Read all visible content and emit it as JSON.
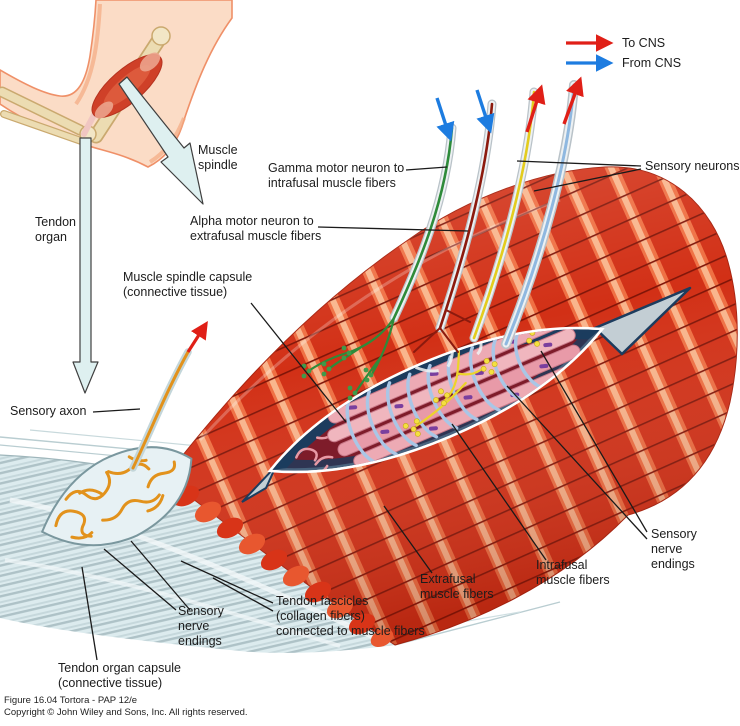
{
  "figure": {
    "title_domain": "Muscle spindle and tendon organ anatomy diagram",
    "legend": {
      "to_cns": "To CNS",
      "from_cns": "From CNS",
      "to_color": "#e01f17",
      "from_color": "#1d7ce0"
    },
    "inset_labels": {
      "muscle_spindle": "Muscle\nspindle",
      "tendon_organ": "Tendon\norgan"
    },
    "labels": {
      "gamma_motor": "Gamma motor neuron to\nintrafusal muscle fibers",
      "alpha_motor": "Alpha motor neuron to\nextrafusal muscle fibers",
      "spindle_capsule": "Muscle spindle capsule\n(connective tissue)",
      "sensory_axon": "Sensory axon",
      "sensory_neurons": "Sensory neurons",
      "sensory_nerve_endings_right": "Sensory\nnerve\nendings",
      "intrafusal_fibers": "Intrafusal\nmuscle fibers",
      "extrafusal_fibers": "Extrafusal\nmuscle fibers",
      "tendon_fascicles": "Tendon fascicles\n(collagen fibers)\nconnected to muscle fibers",
      "sensory_nerve_endings_left": "Sensory\nnerve\nendings",
      "tendon_organ_capsule": "Tendon organ capsule\n(connective tissue)"
    },
    "caption": {
      "line1": "Figure 16.04  Tortora - PAP 12/e",
      "line2": "Copyright © John Wiley and Sons, Inc. All rights reserved."
    },
    "colors": {
      "muscle_red": "#d23016",
      "muscle_band_light": "#f9b58c",
      "tendon_gray": "#dcebee",
      "capsule_navy": "#1c3c5e",
      "nerve_orange": "#e2921c",
      "gamma_green": "#2e8b3a",
      "alpha_dark_red": "#8c1a0e",
      "sensory_yellow": "#e3cc1e",
      "sensory_blue": "#8fb8e0",
      "skin": "#fbdcc6",
      "bone": "#ecdcb2"
    }
  }
}
